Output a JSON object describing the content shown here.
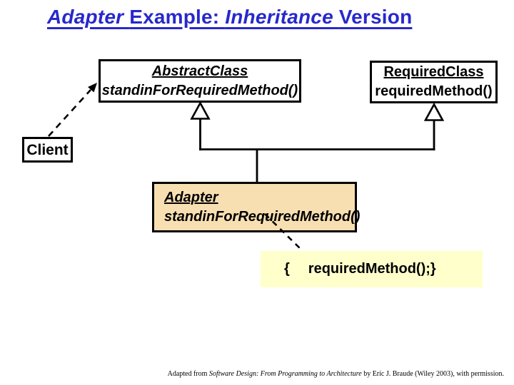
{
  "slide": {
    "title": {
      "part1": "Adapter ",
      "part2": "Example: ",
      "part3": "Inheritance ",
      "part4": "Version"
    },
    "caption": {
      "prefix": "Adapted from ",
      "book_title": "Software Design: From Programming to Architecture",
      "suffix": " by Eric J. Braude (Wiley 2003), with permission."
    }
  },
  "diagram": {
    "abstract_class": {
      "name": "AbstractClass",
      "method": "standinForRequiredMethod()"
    },
    "required_class": {
      "name": "RequiredClass",
      "method": "requiredMethod()"
    },
    "client": {
      "label": "Client"
    },
    "adapter": {
      "name": "Adapter",
      "method": "standinForRequiredMethod()"
    },
    "note": {
      "brace": "{",
      "code": "requiredMethod();}"
    },
    "relations": [
      "Client ..> AbstractClass (dashed dependency arrow)",
      "Adapter --|> AbstractClass (generalization)",
      "Adapter --|> RequiredClass (generalization)",
      "Adapter.standinForRequiredMethod() ..> code note (dashed)"
    ]
  },
  "colors": {
    "title_blue": "#2828CC",
    "adapter_fill": "#F8DFB2",
    "note_fill": "#FFFFCC",
    "line_black": "#000000",
    "background": "#FFFFFF"
  }
}
